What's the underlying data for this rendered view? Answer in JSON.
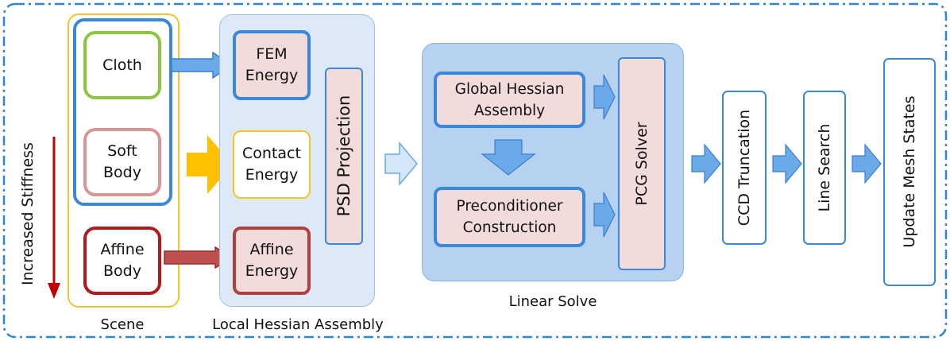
{
  "scene": {
    "caption": "Scene",
    "items": [
      "Cloth",
      "Soft\nBody",
      "Affine\nBody"
    ],
    "stiffness_label": "Increased Stiffness"
  },
  "local": {
    "caption": "Local Hessian Assembly",
    "energies": [
      "FEM\nEnergy",
      "Contact\nEnergy",
      "Affine\nEnergy"
    ],
    "psd_label": "PSD Projection"
  },
  "linear": {
    "caption": "Linear Solve",
    "global_hessian": "Global Hessian\nAssembly",
    "preconditioner": "Preconditioner\nConstruction",
    "pcg": "PCG Solver"
  },
  "steps": [
    "CCD Truncation",
    "Line Search",
    "Update Mesh States"
  ],
  "colors": {
    "outer_border": "#2e86d6",
    "scene_border": "#f6c32a",
    "blue_group": "#3a87de",
    "cloth": "#8cc63f",
    "soft": "#d99694",
    "affine": "#b01a1a",
    "pink_fill": "#f2dcdb",
    "panel_fill": "#dde9f7",
    "linear_fill": "#b7d1f0",
    "arrow_blue": "#6aaae8",
    "arrow_light": "#d4e6f8",
    "arrow_gold": "#ffc000",
    "arrow_red": "#c0504d",
    "stiff_arrow": "#c00000"
  }
}
